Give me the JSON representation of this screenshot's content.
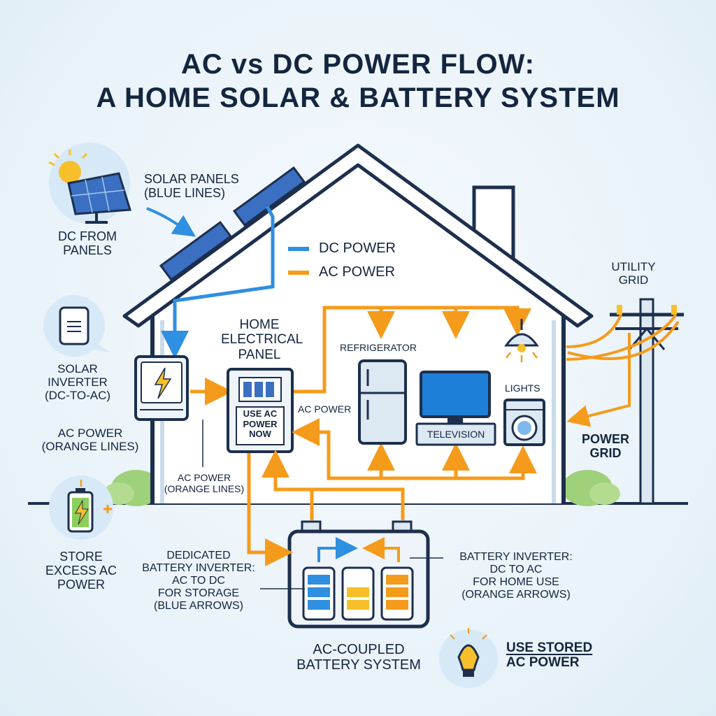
{
  "title_line1": "AC vs DC POWER FLOW:",
  "title_line2": "A HOME SOLAR & BATTERY SYSTEM",
  "labels": {
    "solar_panels": [
      "SOLAR PANELS",
      "(BLUE LINES)"
    ],
    "dc_from_panels": [
      "DC FROM",
      "PANELS"
    ],
    "solar_inverter": [
      "SOLAR",
      "INVERTER",
      "(DC-TO-AC)"
    ],
    "ac_power_orange": [
      "AC POWER",
      "(ORANGE LINES)"
    ],
    "ac_power_orange_small": [
      "AC POWER",
      "(ORANGE LINES)"
    ],
    "store_excess": [
      "STORE",
      "EXCESS AC",
      "POWER"
    ],
    "home_panel": [
      "HOME",
      "ELECTRICAL",
      "PANEL"
    ],
    "panel_screen": [
      "USE AC",
      "POWER",
      "NOW"
    ],
    "ac_power_inline": "AC POWER",
    "refrigerator": "REFRIGERATOR",
    "television": "TELEVISION",
    "lights": "LIGHTS",
    "utility_grid": [
      "UTILITY",
      "GRID"
    ],
    "power_grid": [
      "POWER",
      "GRID"
    ],
    "dedicated_inverter": [
      "DEDICATED",
      "BATTERY INVERTER:",
      "AC TO DC",
      "FOR STORAGE",
      "(BLUE ARROWS)"
    ],
    "battery_inverter": [
      "BATTERY INVERTER:",
      "DC TO AC",
      "FOR HOME USE",
      "(ORANGE ARROWS)"
    ],
    "ac_coupled": [
      "AC-COUPLED",
      "BATTERY SYSTEM"
    ],
    "use_stored": [
      "USE STORED",
      "AC POWER"
    ]
  },
  "legend": [
    {
      "label": "DC POWER",
      "color": "#2f8fe0"
    },
    {
      "label": "AC POWER",
      "color": "#f59b1b"
    }
  ],
  "colors": {
    "dc_blue": "#2f8fe0",
    "ac_orange": "#f59b1b",
    "outline": "#1d2f4d",
    "house_fill": "#ffffff"
  }
}
